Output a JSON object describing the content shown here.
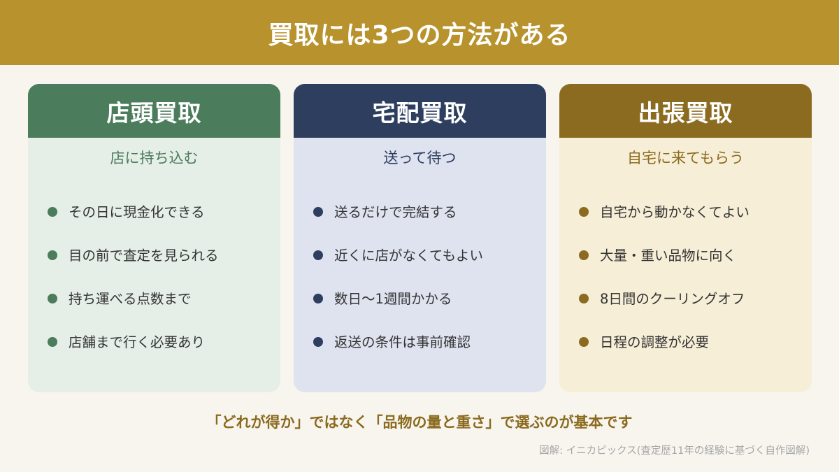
{
  "title": "買取には3つの方法がある",
  "cards": [
    {
      "heading": "店頭買取",
      "subtitle": "店に持ち込む",
      "items": [
        "その日に現金化できる",
        "目の前で査定を見られる",
        "持ち運べる点数まで",
        "店舗まで行く必要あり"
      ],
      "colors": {
        "header": "#4b7c5b",
        "body": "#e5efe7",
        "subtitle": "#4b7c5b",
        "dot": "#4b7c5b"
      }
    },
    {
      "heading": "宅配買取",
      "subtitle": "送って待つ",
      "items": [
        "送るだけで完結する",
        "近くに店がなくてもよい",
        "数日〜1週間かかる",
        "返送の条件は事前確認"
      ],
      "colors": {
        "header": "#2d3e5f",
        "body": "#dfe3f0",
        "subtitle": "#2d3e5f",
        "dot": "#2d3e5f"
      }
    },
    {
      "heading": "出張買取",
      "subtitle": "自宅に来てもらう",
      "items": [
        "自宅から動かなくてよい",
        "大量・重い品物に向く",
        "8日間のクーリングオフ",
        "日程の調整が必要"
      ],
      "colors": {
        "header": "#8b6b1f",
        "body": "#f6eed7",
        "subtitle": "#8b6b1f",
        "dot": "#8b6b1f"
      }
    }
  ],
  "footer_message": "「どれが得か」ではなく「品物の量と重さ」で選ぶのが基本です",
  "credit": "図解: イニカピックス(査定歴11年の経験に基づく自作図解)",
  "colors": {
    "header_bg": "#b8922d",
    "page_bg": "#f8f5ef",
    "footer_text": "#8a6a1e"
  }
}
